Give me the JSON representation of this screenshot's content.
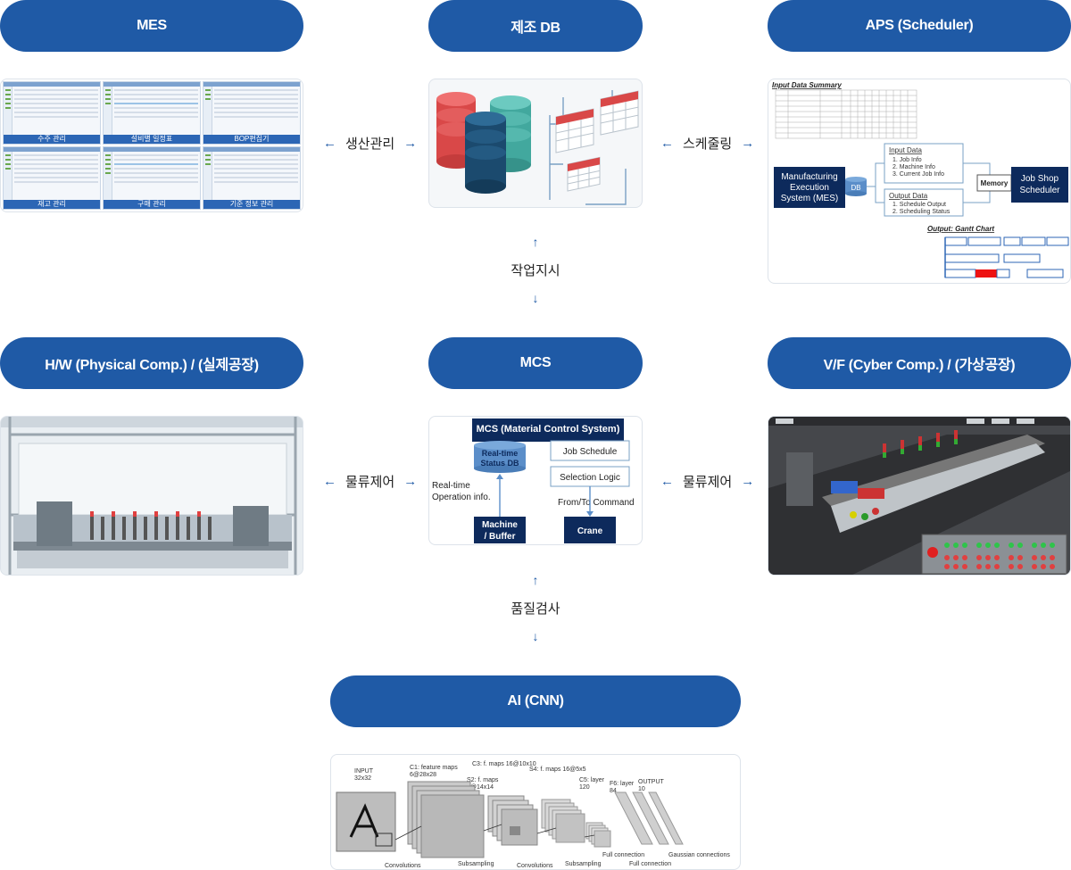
{
  "headers": {
    "mes": "MES",
    "mdb": "제조 DB",
    "aps": "APS (Scheduler)",
    "hw": "H/W (Physical Comp.) / (실제공장)",
    "mcs": "MCS",
    "vf": "V/F (Cyber Comp.) / (가상공장)",
    "ai": "AI (CNN)"
  },
  "connectors": {
    "mes_db": "생산관리",
    "db_aps": "스케줄링",
    "db_mcs": "작업지시",
    "hw_mcs": "물류제어",
    "mcs_vf": "물류제어",
    "mcs_ai": "품질검사"
  },
  "arrows": {
    "left": "←",
    "right": "→",
    "up": "↑",
    "down": "↓"
  },
  "mes_screens": [
    "수주 관리",
    "설비별 일정표",
    "BOP편집기",
    "재고 관리",
    "구매 관리",
    "기준 정보 관리"
  ],
  "aps_panel": {
    "input_summary": "Input Data Summary",
    "mes_box": [
      "Manufacturing",
      "Execution",
      "System (MES)"
    ],
    "db": "DB",
    "input_data": "Input Data",
    "input_items": [
      "1. Job Info",
      "2. Machine Info",
      "3. Current Job Info"
    ],
    "output_data": "Output Data",
    "output_items": [
      "1. Schedule Output",
      "2. Scheduling Status"
    ],
    "memory": "Memory",
    "scheduler": [
      "Job Shop",
      "Scheduler"
    ],
    "gantt_title": "Output: Gantt Chart"
  },
  "mcs_panel": {
    "title": "MCS (Material Control System)",
    "status_db": [
      "Real-time",
      "Status DB"
    ],
    "job_schedule": "Job Schedule",
    "selection_logic": "Selection Logic",
    "operation_info": [
      "Real-time",
      "Operation info."
    ],
    "command": "From/To Command",
    "machine": [
      "Machine",
      "/ Buffer"
    ],
    "crane": "Crane"
  },
  "cnn_panel": {
    "input": [
      "INPUT",
      "32x32"
    ],
    "c1": [
      "C1: feature maps",
      "6@28x28"
    ],
    "s2": [
      "S2: f. maps",
      "6@14x14"
    ],
    "c3": "C3: f. maps 16@10x10",
    "s4": "S4: f. maps 16@5x5",
    "c5": [
      "C5: layer",
      "120"
    ],
    "f6": [
      "F6: layer",
      "84"
    ],
    "output": [
      "OUTPUT",
      "10"
    ],
    "bottom": [
      "Convolutions",
      "Subsampling",
      "Convolutions",
      "Subsampling",
      "Full connection",
      "Full connection",
      "Gaussian connections"
    ]
  },
  "colors": {
    "accent": "#1f5aa6",
    "navy": "#0d2a5c",
    "red": "#d94848",
    "teal": "#42a89e"
  }
}
